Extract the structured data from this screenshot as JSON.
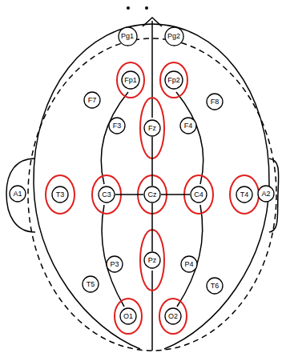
{
  "diagram": {
    "nodes": [
      {
        "text": [
          "Pg1"
        ]
      },
      {
        "text": [
          "Pg2"
        ]
      },
      {
        "text": [
          "Fp1"
        ]
      },
      {
        "text": [
          "Fp2"
        ]
      },
      {
        "text": [
          "F7"
        ]
      },
      {
        "text": [
          "F8"
        ]
      },
      {
        "text": [
          "F3"
        ]
      },
      {
        "text": [
          "Fz"
        ]
      },
      {
        "text": [
          "F4"
        ]
      },
      {
        "text": [
          "A1"
        ]
      },
      {
        "text": [
          "T3"
        ]
      },
      {
        "text": [
          "C3"
        ]
      },
      {
        "text": [
          "Cz"
        ]
      },
      {
        "text": [
          "C4"
        ]
      },
      {
        "text": [
          "T4"
        ]
      },
      {
        "text": [
          "A2"
        ]
      },
      {
        "text": [
          "P3"
        ]
      },
      {
        "text": [
          "Pz"
        ]
      },
      {
        "text": [
          "P4"
        ]
      },
      {
        "text": [
          "T5"
        ]
      },
      {
        "text": [
          "T6"
        ]
      },
      {
        "text": [
          "O1"
        ]
      },
      {
        "text": [
          "O2"
        ]
      }
    ],
    "edges": [
      {
        "from": 7,
        "to": 12,
        "arrow": "none"
      },
      {
        "from": 11,
        "to": 12,
        "arrow": "none"
      },
      {
        "from": 12,
        "to": 13,
        "arrow": "none"
      },
      {
        "from": 12,
        "to": 17,
        "arrow": "none"
      }
    ]
  }
}
